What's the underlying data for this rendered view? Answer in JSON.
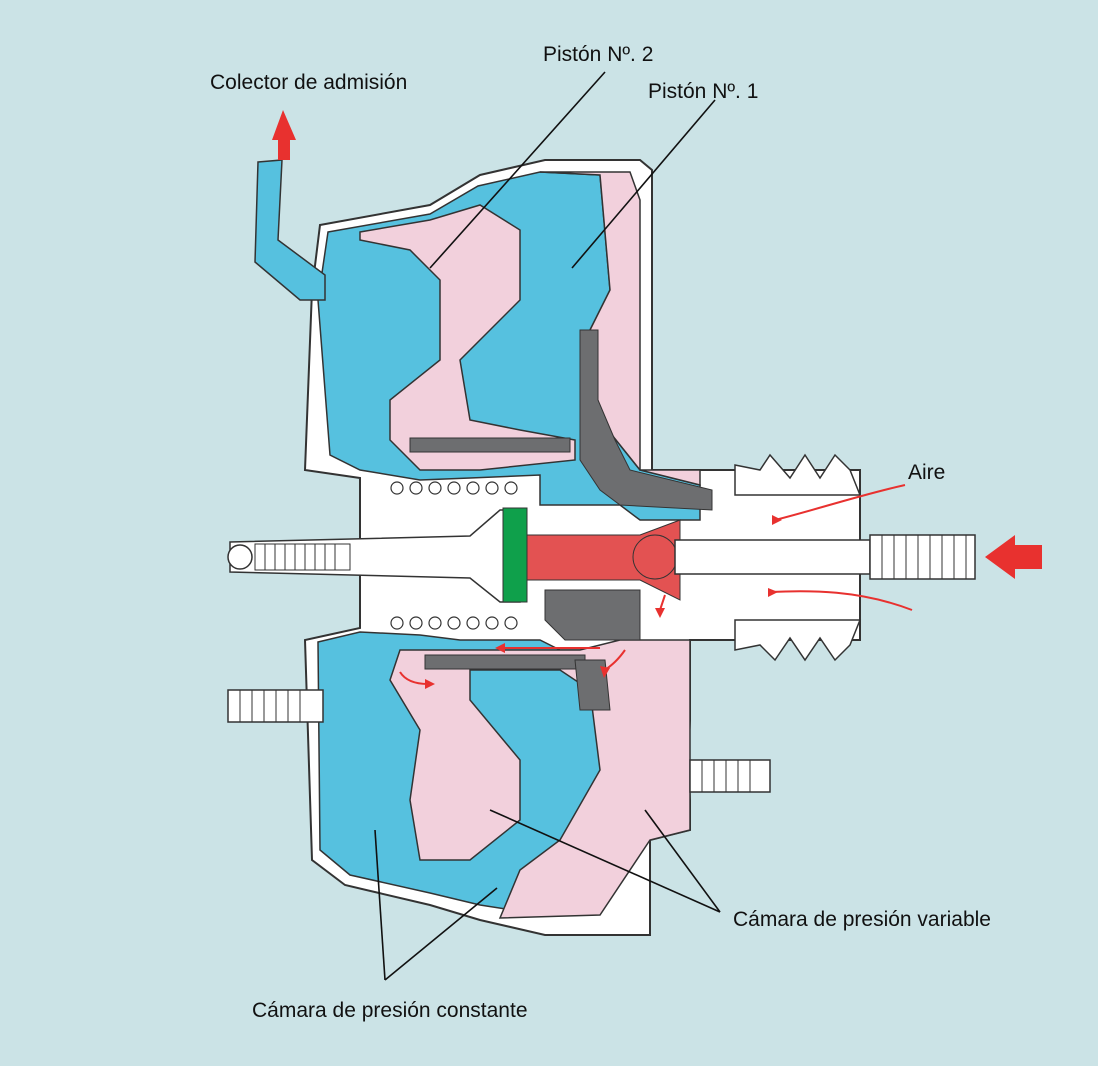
{
  "labels": {
    "intake": "Colector de admisión",
    "piston2": "Pistón Nº. 2",
    "piston1": "Pistón Nº. 1",
    "air": "Aire",
    "variable_chamber": "Cámara de presión variable",
    "constant_chamber": "Cámara de presión constante"
  },
  "colors": {
    "background": "#cbe3e6",
    "constant_pressure": "#56c1df",
    "variable_pressure": "#f2d0dc",
    "metal": "#6d6e70",
    "air_flow": "#e8312f",
    "reaction_disc": "#0fa04b"
  },
  "icons": [
    "airflow-arrow",
    "intake-arrow",
    "input-arrow",
    "threaded-stud",
    "push-rod"
  ]
}
